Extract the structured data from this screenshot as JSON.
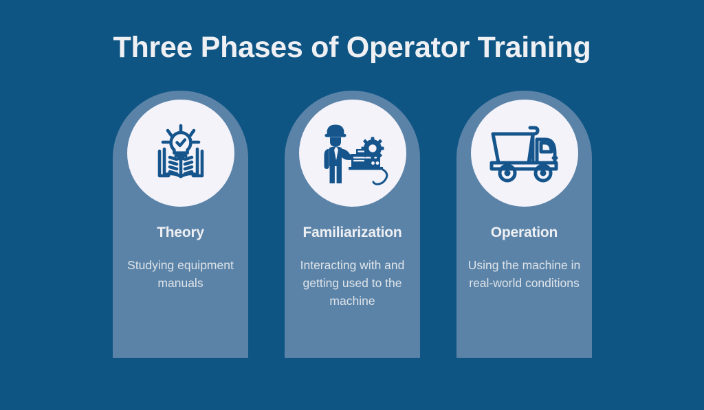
{
  "header": {
    "title": "Three Phases of Operator Training"
  },
  "theme": {
    "background_color": "#0f5584",
    "card_color": "#5b83a8",
    "icon_circle_color": "#f4f3fa",
    "icon_stroke_color": "#15558c",
    "title_text_color": "#eef0f3",
    "body_text_color": "#dee4e9"
  },
  "cards": [
    {
      "icon": "open-book-lightbulb-icon",
      "title": "Theory",
      "description": "Studying equipment manuals"
    },
    {
      "icon": "worker-pointing-at-machine-icon",
      "title": "Familiarization",
      "description": "Interacting with and getting used to the machine"
    },
    {
      "icon": "dump-truck-icon",
      "title": "Operation",
      "description": "Using the machine in real-world conditions"
    }
  ]
}
